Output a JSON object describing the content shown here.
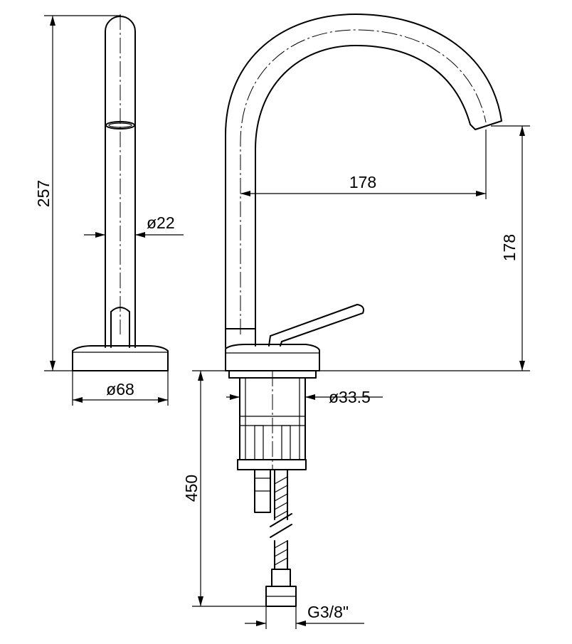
{
  "dimensions": {
    "total_height": "257",
    "pipe_diameter": "ø22",
    "base_diameter": "ø68",
    "spout_reach": "178",
    "spout_height": "178",
    "shank_diameter": "ø33.5",
    "hose_length": "450",
    "thread": "G3/8\""
  }
}
